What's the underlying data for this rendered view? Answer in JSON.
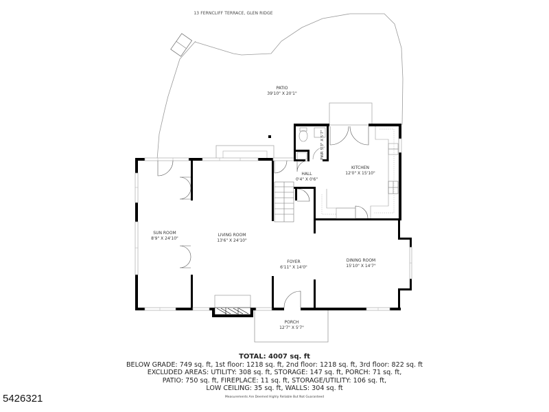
{
  "header": {
    "address": "13 FERNCLIFF TERRACE, GLEN RIDGE"
  },
  "rooms": {
    "patio": {
      "name": "PATIO",
      "dims": "39'10\" X 20'1\""
    },
    "pwr": {
      "name": "PWR",
      "dims": "5'3\" X 5'7\""
    },
    "kitchen": {
      "name": "KITCHEN",
      "dims": "12'0\" X 15'10\""
    },
    "hall": {
      "name": "HALL",
      "dims": "0'4\" X 0'6\""
    },
    "sun_room": {
      "name": "SUN ROOM",
      "dims": "8'9\" X 24'10\""
    },
    "living_room": {
      "name": "LIVING ROOM",
      "dims": "13'6\" X 24'10\""
    },
    "foyer": {
      "name": "FOYER",
      "dims": "6'11\" X 14'0\""
    },
    "dining_room": {
      "name": "DINING ROOM",
      "dims": "15'10\" X 14'7\""
    },
    "porch": {
      "name": "PORCH",
      "dims": "12'7\" X 5'7\""
    }
  },
  "summary": {
    "total": "TOTAL: 4007 sq. ft",
    "line1": "BELOW GRADE: 749 sq. ft, 1st floor: 1218 sq. ft, 2nd floor: 1218 sq. ft, 3rd floor: 822 sq. ft",
    "line2": "EXCLUDED AREAS: UTILITY: 308 sq. ft, STORAGE: 147 sq. ft, PORCH: 71 sq. ft,",
    "line3": "PATIO: 750 sq. ft, FIREPLACE: 11 sq. ft, STORAGE/UTILITY: 106 sq. ft,",
    "line4": "LOW CEILING: 35 sq. ft, WALLS: 304 sq. ft",
    "disclaimer": "Measurements Are Deemed Highly Reliable But Not Guaranteed"
  },
  "listing_id": "5426321",
  "colors": {
    "wall": "#000000",
    "outline": "#999999",
    "window": "#bbbbbb",
    "text": "#333333"
  }
}
